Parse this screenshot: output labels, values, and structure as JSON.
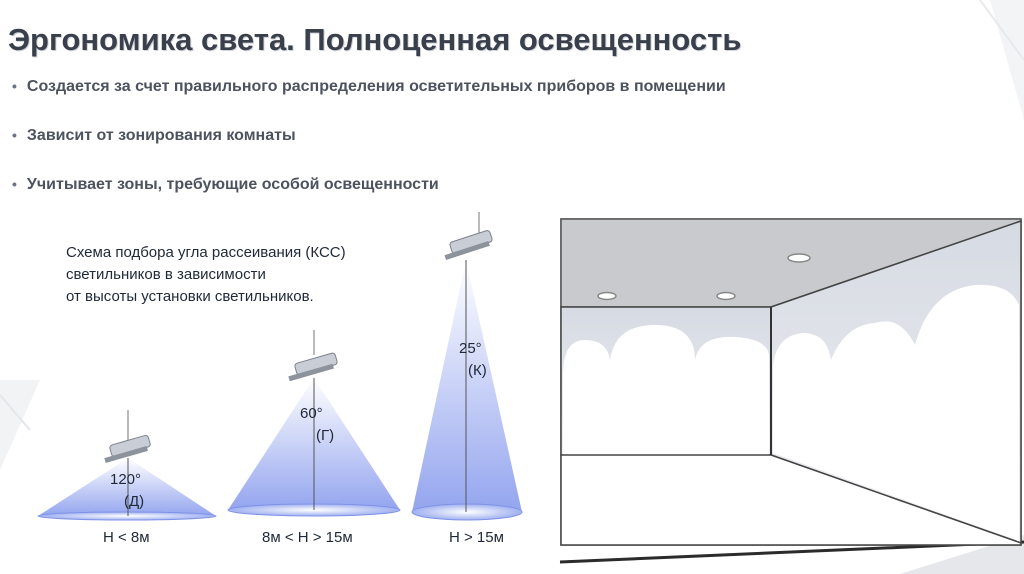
{
  "title": "Эргономика света. Полноценная освещенность",
  "bullets": [
    "Создается за счет правильного распределения  осветительных приборов в помещении",
    "Зависит от зонирования комнаты",
    "Учитывает зоны, требующие особой освещенности"
  ],
  "bullet_glyph": "•",
  "scheme_note": {
    "line1": "Схема подбора угла рассеивания (КСС)",
    "line2": "светильников в зависимости",
    "line3": "от высоты установки светильников."
  },
  "lamps": [
    {
      "angle": "120°",
      "mark": "(Д)",
      "height": "H < 8м"
    },
    {
      "angle": "60°",
      "mark": "(Г)",
      "height": "8м < H > 15м"
    },
    {
      "angle": "25°",
      "mark": "(К)",
      "height": "H > 15м"
    }
  ],
  "colors": {
    "title": "#3a3f4c",
    "beam": "#6f86e6",
    "ceiling": "#c8cacd",
    "wall": "#f0f2f6"
  },
  "icons": [
    "lamp-icon",
    "ceiling-light-icon"
  ]
}
